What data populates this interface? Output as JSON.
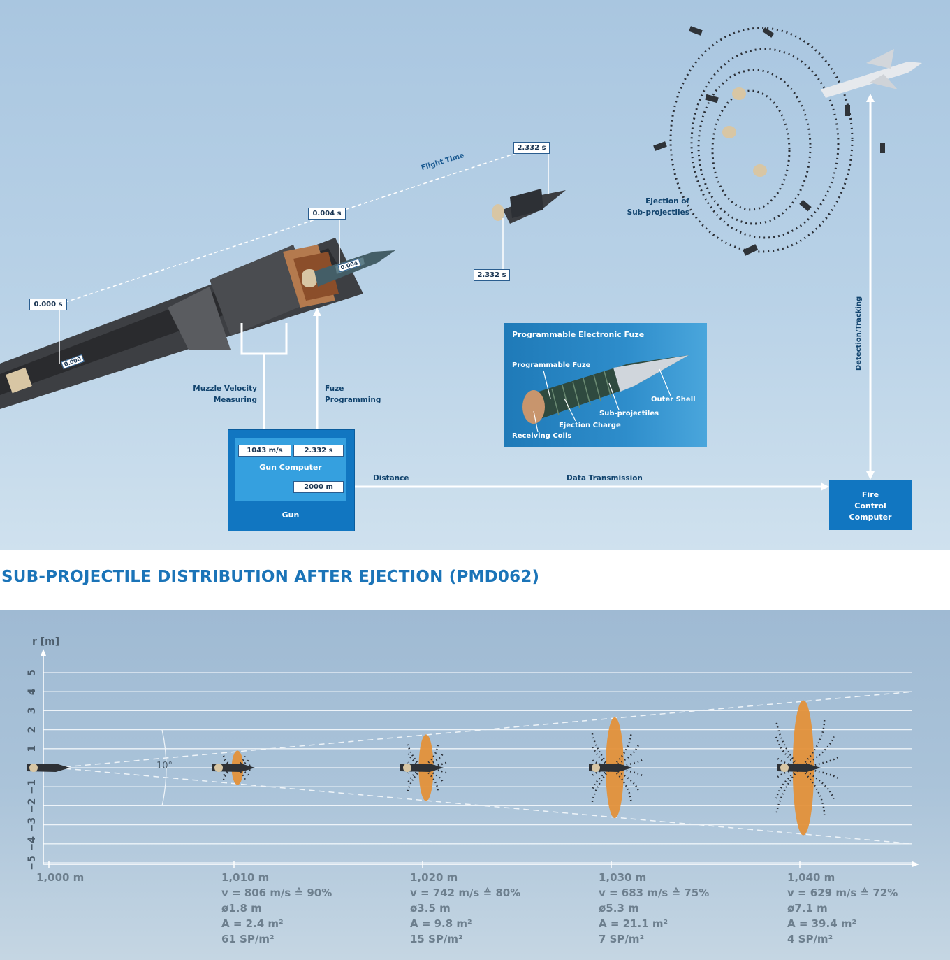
{
  "top": {
    "timestamps": {
      "t0": "0.000 s",
      "t1": "0.004 s",
      "t2_upper": "2.332 s",
      "t2_lower": "2.332 s",
      "shell_mark_0": "0.000",
      "shell_mark_1": "0.004"
    },
    "flight_time_label": "Flight Time",
    "muzzle_velocity_label": [
      "Muzzle Velocity",
      "Measuring"
    ],
    "fuze_programming_label": [
      "Fuze",
      "Programming"
    ],
    "ejection_label": [
      "Ejection of",
      "Sub-projectiles"
    ],
    "detection_tracking_label": "Detection/Tracking",
    "distance_label": "Distance",
    "data_transmission_label": "Data Transmission",
    "gun_computer": {
      "label": "Gun Computer",
      "velocity_value": "1043 m/s",
      "time_value": "2.332 s",
      "distance_value": "2000 m"
    },
    "gun_label": "Gun",
    "fire_control_label": "Fire\nControl\nComputer",
    "fuze_panel": {
      "title": "Programmable Electronic Fuze",
      "programmable_fuze": "Programmable Fuze",
      "outer_shell": "Outer Shell",
      "sub_projectiles": "Sub-projectiles",
      "ejection_charge": "Ejection Charge",
      "receiving_coils": "Receiving Coils"
    }
  },
  "section_title": "SUB-PROJECTILE DISTRIBUTION AFTER EJECTION (PMD062)",
  "colors": {
    "accent_blue": "#1176c1",
    "light_blue": "#35a0df",
    "title_blue": "#1b74b8",
    "cloud_orange": "#e3913a"
  },
  "chart_data": {
    "type": "diagram",
    "y_axis_label": "r [m]",
    "y_ticks": [
      "5",
      "4",
      "3",
      "2",
      "1",
      "0",
      "−1",
      "−2",
      "−3",
      "−4",
      "−5"
    ],
    "spread_angle": "10°",
    "stations": [
      {
        "distance": "1,000 m",
        "lines": [],
        "diameter_m": 0
      },
      {
        "distance": "1,010 m",
        "lines": [
          "v = 806 m/s ≙ 90%",
          "ø1.8 m",
          "A = 2.4 m²",
          "61 SP/m²"
        ],
        "diameter_m": 1.8
      },
      {
        "distance": "1,020 m",
        "lines": [
          "v = 742 m/s ≙ 80%",
          "ø3.5 m",
          "A = 9.8 m²",
          "15 SP/m²"
        ],
        "diameter_m": 3.5
      },
      {
        "distance": "1,030 m",
        "lines": [
          "v = 683 m/s ≙ 75%",
          "ø5.3 m",
          "A = 21.1 m²",
          "7 SP/m²"
        ],
        "diameter_m": 5.3
      },
      {
        "distance": "1,040 m",
        "lines": [
          "v = 629 m/s ≙ 72%",
          "ø7.1 m",
          "A = 39.4 m²",
          "4 SP/m²"
        ],
        "diameter_m": 7.1
      }
    ]
  }
}
